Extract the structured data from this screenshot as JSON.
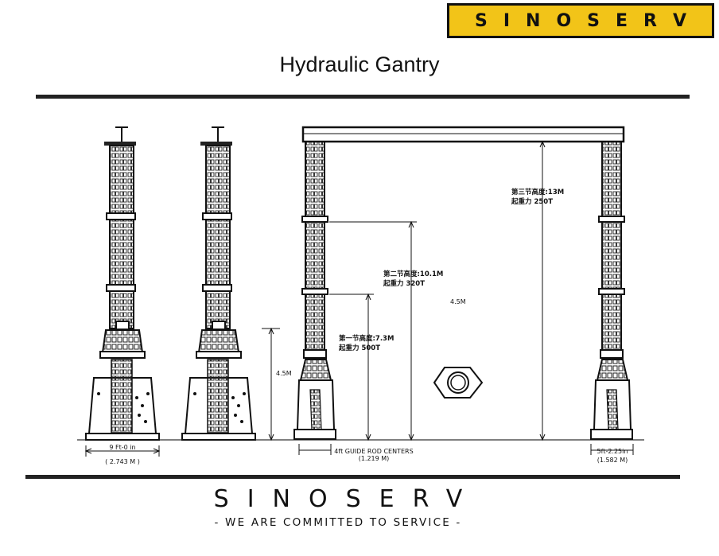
{
  "header": {
    "logo_text": "SINOSERV",
    "title": "Hydraulic Gantry"
  },
  "labels": {
    "height_45_left": "4.5M",
    "width_left": "9 Ft-0 in",
    "width_left_metric": "( 2.743 M )",
    "guide_rod": "4ft GUIDE ROD CENTERS",
    "guide_rod_metric": "(1.219 M)",
    "width_right": "5ft-2.25in",
    "width_right_metric": "(1.582 M)",
    "third_stage_height": "第三节高度:13M",
    "third_stage_load": "起重力 250T",
    "second_stage_height": "第二节高度:10.1M",
    "second_stage_load": "起重力 320T",
    "first_stage_height": "第一节高度:7.3M",
    "first_stage_load": "起重力 500T",
    "height_45_center": "4.5M"
  },
  "footer": {
    "brand": "SINOSERV",
    "slogan": "- WE ARE COMMITTED TO SERVICE -"
  }
}
